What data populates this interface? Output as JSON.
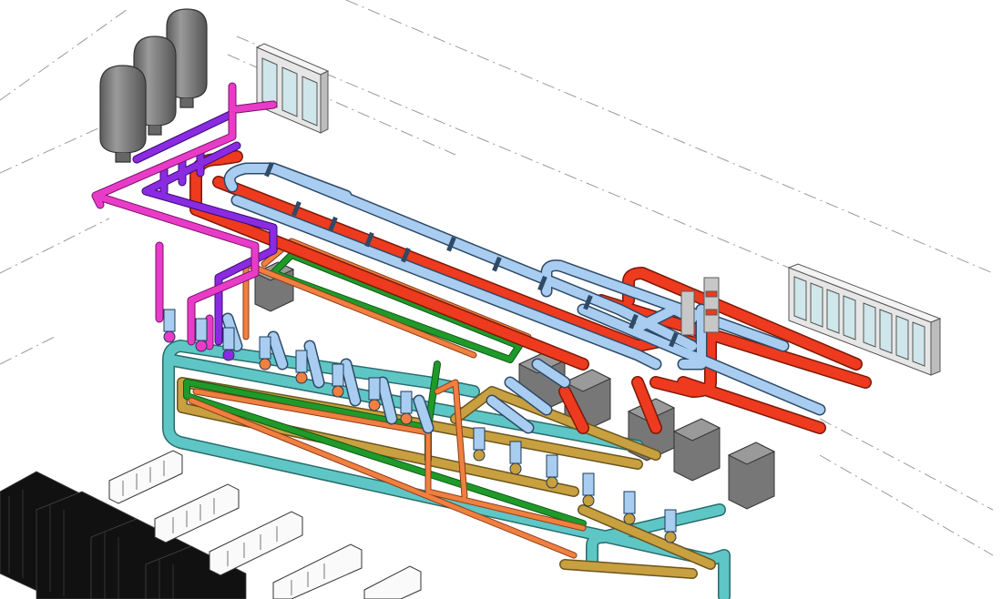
{
  "scene": {
    "type": "isometric-mep-piping-model",
    "labels_visible": false,
    "colors": {
      "background": "#ffffff",
      "guide_line": "#9a9a9a",
      "magenta_pipe": "#e83cc8",
      "purple_pipe": "#8a2be2",
      "red_pipe": "#ee3a1e",
      "light_blue_pipe": "#a8cdf0",
      "orange_pipe": "#f08040",
      "green_pipe": "#1f9a2a",
      "teal_pipe": "#5fc6c6",
      "tan_pipe": "#c8a040",
      "flange": "#2e4a66",
      "tank": "#808080",
      "equipment_unit": "#707070",
      "control_panel_frame": "#cfcfcf",
      "server_rack": "#111111"
    },
    "components": [
      {
        "name": "filter-tank",
        "count": 3
      },
      {
        "name": "control-panel",
        "count": 2
      },
      {
        "name": "pump-unit",
        "count": 14
      },
      {
        "name": "heat-exchanger",
        "count": 6
      },
      {
        "name": "server-rack-row",
        "count": 4
      },
      {
        "name": "equipment-rack-row",
        "count": 5
      }
    ]
  }
}
